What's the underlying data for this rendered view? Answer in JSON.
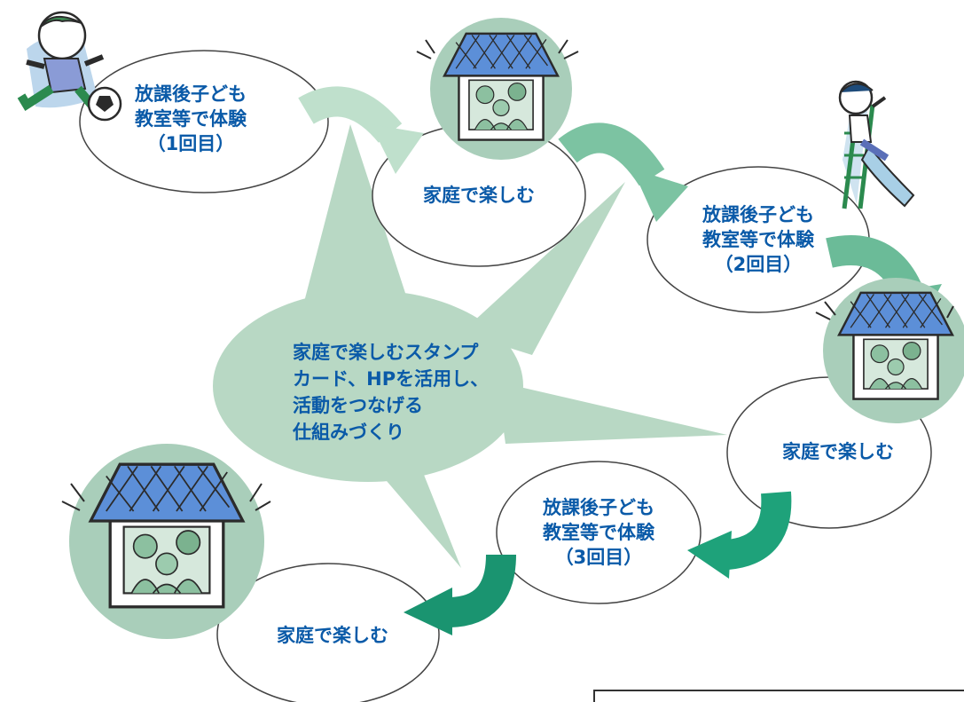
{
  "activities": [
    {
      "id": "exp1",
      "lines": [
        "放課後子ども",
        "教室等で体験",
        "（1回目）"
      ]
    },
    {
      "id": "home1",
      "lines": [
        "家庭で楽しむ"
      ]
    },
    {
      "id": "exp2",
      "lines": [
        "放課後子ども",
        "教室等で体験",
        "（2回目）"
      ]
    },
    {
      "id": "home2",
      "lines": [
        "家庭で楽しむ"
      ]
    },
    {
      "id": "exp3",
      "lines": [
        "放課後子ども",
        "教室等で体験",
        "（3回目）"
      ]
    },
    {
      "id": "home3",
      "lines": [
        "家庭で楽しむ"
      ]
    }
  ],
  "center_bubble": {
    "lines": [
      "家庭で楽しむスタンプ",
      "カード、HPを活用し、",
      "活動をつなげる",
      "仕組みづくり"
    ]
  },
  "colors": {
    "text": "#0a5aa8",
    "bubble": "#b8d8c4",
    "arrow_light": "#bfe0cc",
    "arrow_mid": "#7cc3a2",
    "arrow_dark": "#1ea27a",
    "house_bg": "#a9ceba",
    "roof": "#5c8fd8",
    "ellipse_stroke": "#444444"
  },
  "icons": [
    "soccer-boy-icon",
    "slide-boy-icon",
    "family-house-icon"
  ]
}
